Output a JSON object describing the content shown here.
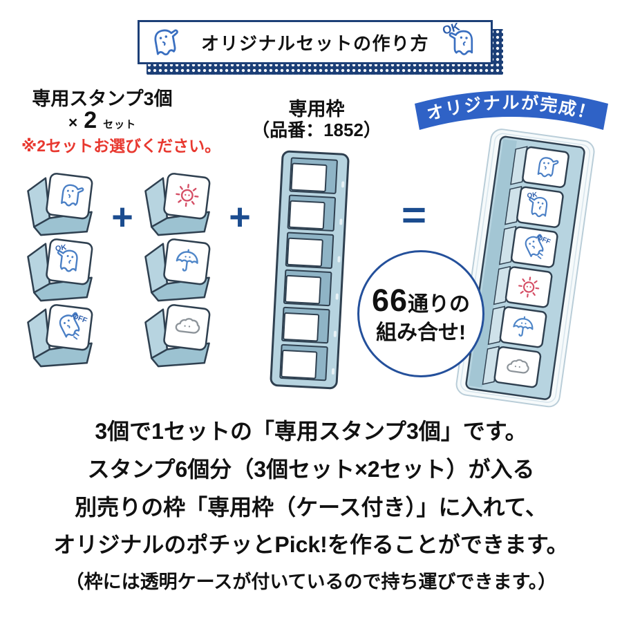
{
  "header": {
    "title": "オリジナルセットの作り方"
  },
  "labels": {
    "ok": "OK",
    "off": "OFF"
  },
  "left_section": {
    "title": "専用スタンプ3個",
    "multiply_sign": "×",
    "multiply_count": "2",
    "multiply_unit": "セット",
    "note": "※2セットお選びください。"
  },
  "frame_section": {
    "title": "専用枠",
    "subtitle": "（品番：1852）"
  },
  "operators": {
    "plus": "+",
    "equals": "="
  },
  "result_section": {
    "ribbon": "オリジナルが完成！",
    "combo_number": "66",
    "combo_suffix": "通りの",
    "combo_line2": "組み合せ!"
  },
  "description": {
    "lines": [
      "3個で1セットの「専用スタンプ3個」です。",
      "スタンプ6個分（3個セット×2セット）が入る",
      "別売りの枠「専用枠（ケース付き）」に入れて、",
      "オリジナルのポチッとPick!を作ることができます。",
      "（枠には透明ケースが付いているので持ち運びできます。）"
    ]
  },
  "icons": {
    "banner_left": "ghost-waving-icon",
    "banner_right": "ghost-ok-icon",
    "stamp_set1": [
      "ghost-icon",
      "ghost-ok-icon",
      "ghost-off-icon"
    ],
    "stamp_set2": [
      "sun-icon",
      "umbrella-icon",
      "cloud-icon"
    ]
  },
  "colors": {
    "banner_navy": "#1c3f77",
    "accent_blue": "#1b4c8f",
    "ribbon_blue": "#2f62c6",
    "stamp_body_blue": "#b7d4e0",
    "note_red": "#e8382f"
  }
}
